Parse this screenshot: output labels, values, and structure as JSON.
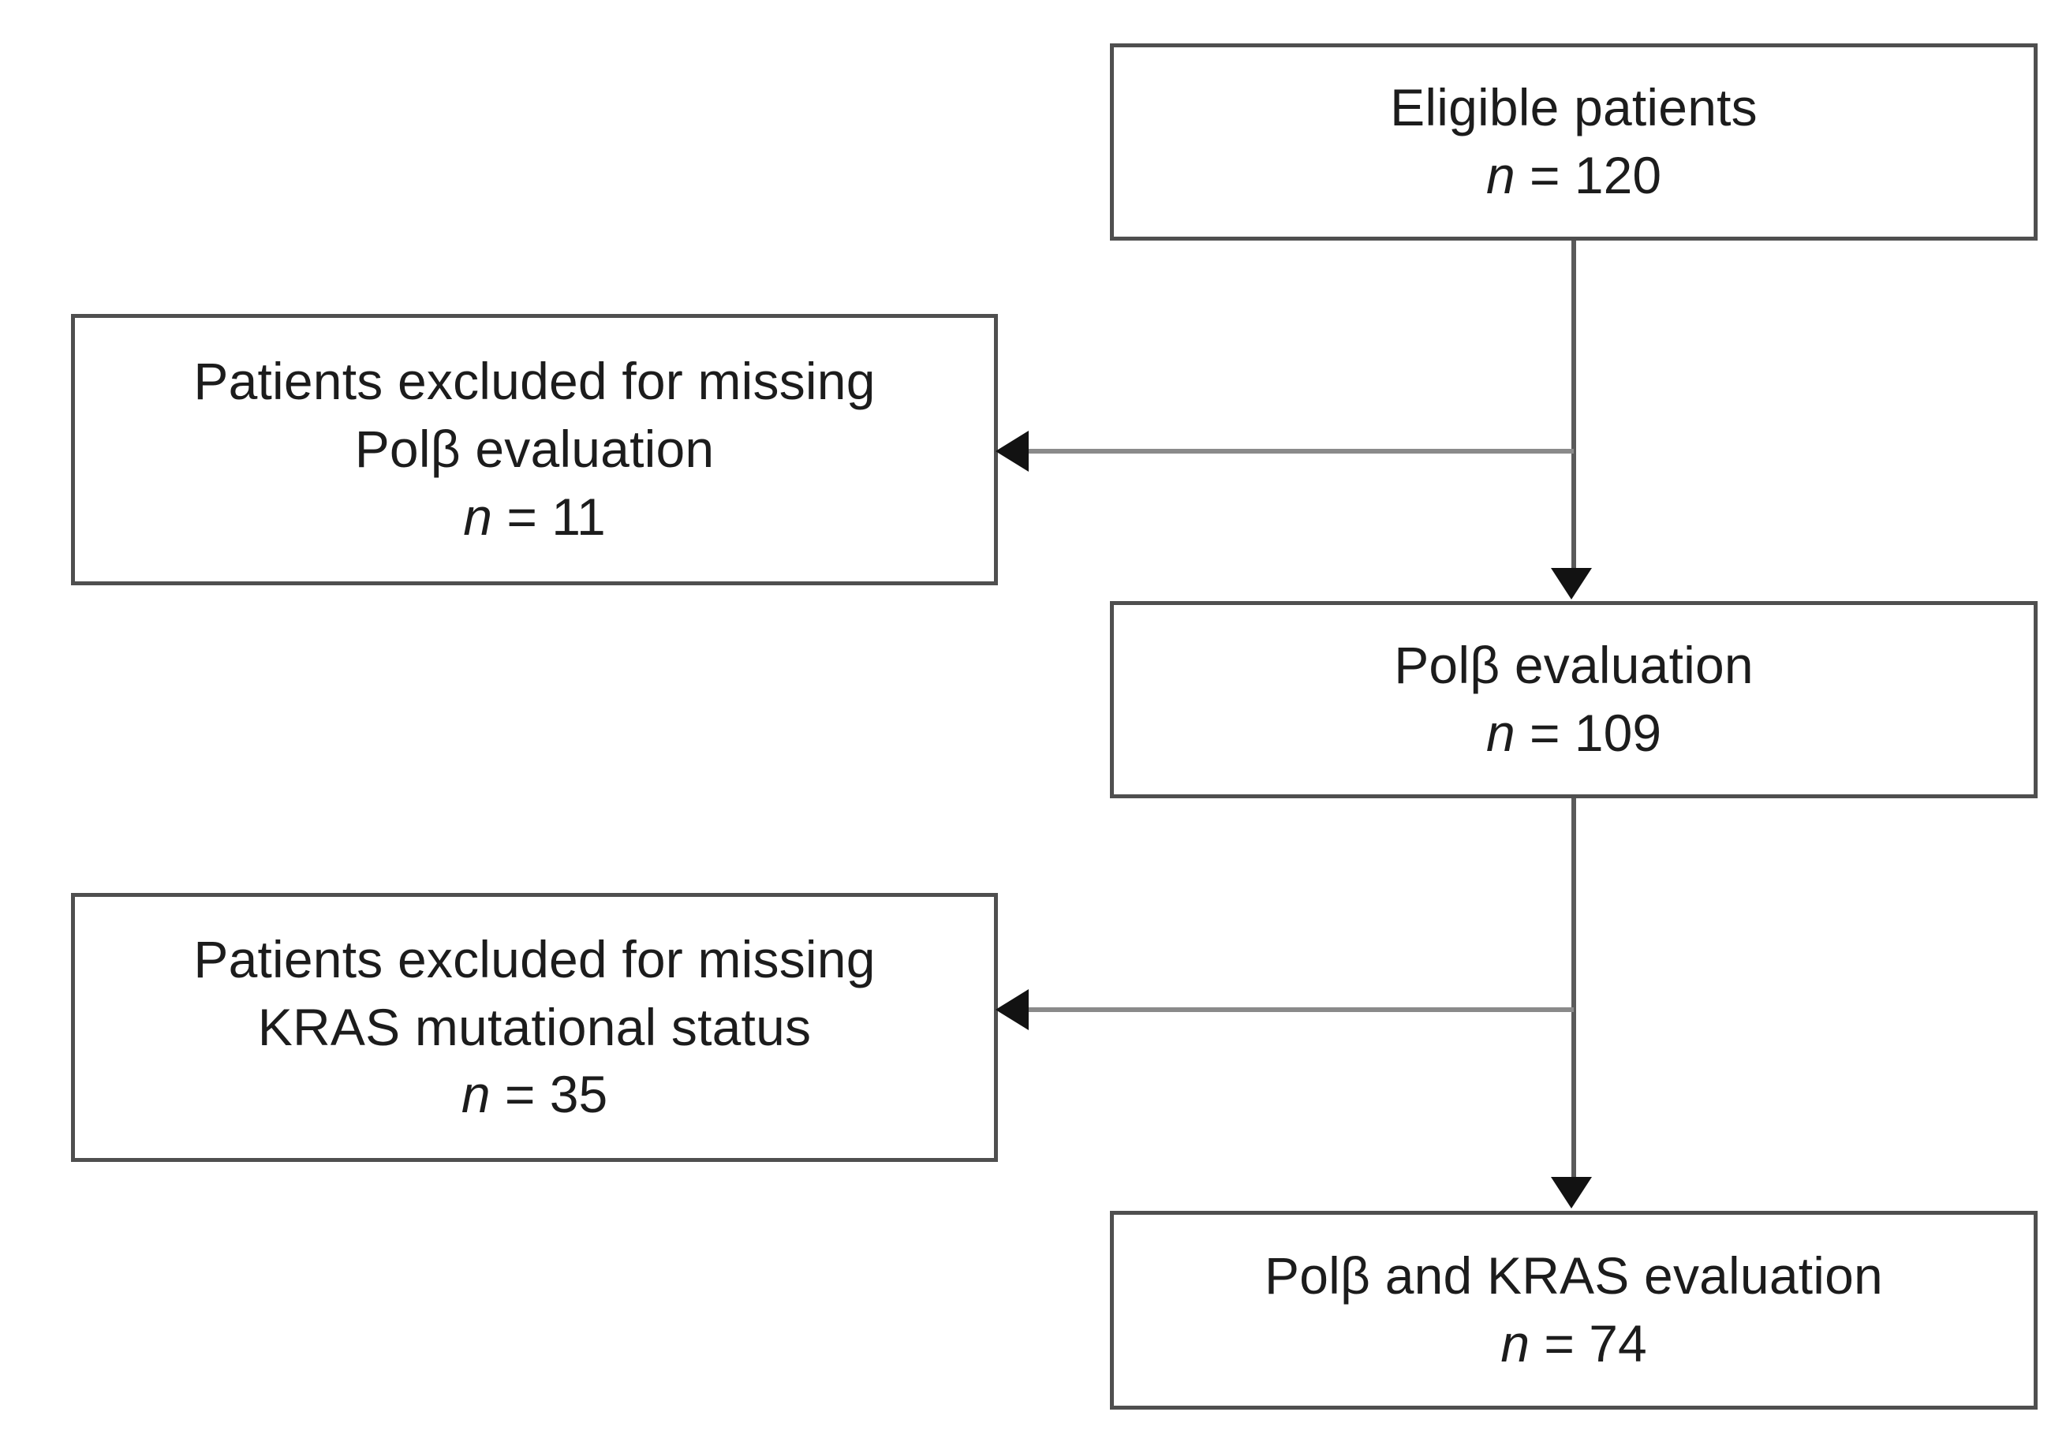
{
  "diagram": {
    "type": "patient-flow-diagram",
    "orientation": "vertical",
    "nodes": [
      {
        "id": "eligible",
        "lines": [
          "Eligible patients"
        ],
        "count_prefix": "n",
        "count_separator": " = ",
        "count_value": "120",
        "column": "right"
      },
      {
        "id": "excluded-polb",
        "lines": [
          "Patients excluded for missing",
          "Polβ evaluation"
        ],
        "count_prefix": "n",
        "count_separator": " = ",
        "count_value": "11",
        "column": "left"
      },
      {
        "id": "polb-evaluation",
        "lines": [
          "Polβ evaluation"
        ],
        "count_prefix": "n",
        "count_separator": " = ",
        "count_value": "109",
        "column": "right"
      },
      {
        "id": "excluded-kras",
        "lines": [
          "Patients excluded for missing",
          "KRAS mutational status"
        ],
        "count_prefix": "n",
        "count_separator": " = ",
        "count_value": "35",
        "column": "left"
      },
      {
        "id": "polb-kras-evaluation",
        "lines": [
          "Polβ and KRAS evaluation"
        ],
        "count_prefix": "n",
        "count_separator": " = ",
        "count_value": "74",
        "column": "right"
      }
    ],
    "edges": [
      {
        "from": "eligible",
        "to": "polb-evaluation",
        "direction": "down",
        "style": "solid"
      },
      {
        "from": "eligible",
        "to": "excluded-polb",
        "direction": "left",
        "style": "solid"
      },
      {
        "from": "polb-evaluation",
        "to": "polb-kras-evaluation",
        "direction": "down",
        "style": "solid"
      },
      {
        "from": "polb-evaluation",
        "to": "excluded-kras",
        "direction": "left",
        "style": "solid"
      }
    ],
    "colors": {
      "box_border": "#4f4f4f",
      "box_fill": "#ffffff",
      "text": "#1c1c1c",
      "connector_vertical": "#5a5a5a",
      "connector_horizontal": "#8a8a8a",
      "arrowhead": "#121212",
      "background": "#ffffff"
    }
  }
}
